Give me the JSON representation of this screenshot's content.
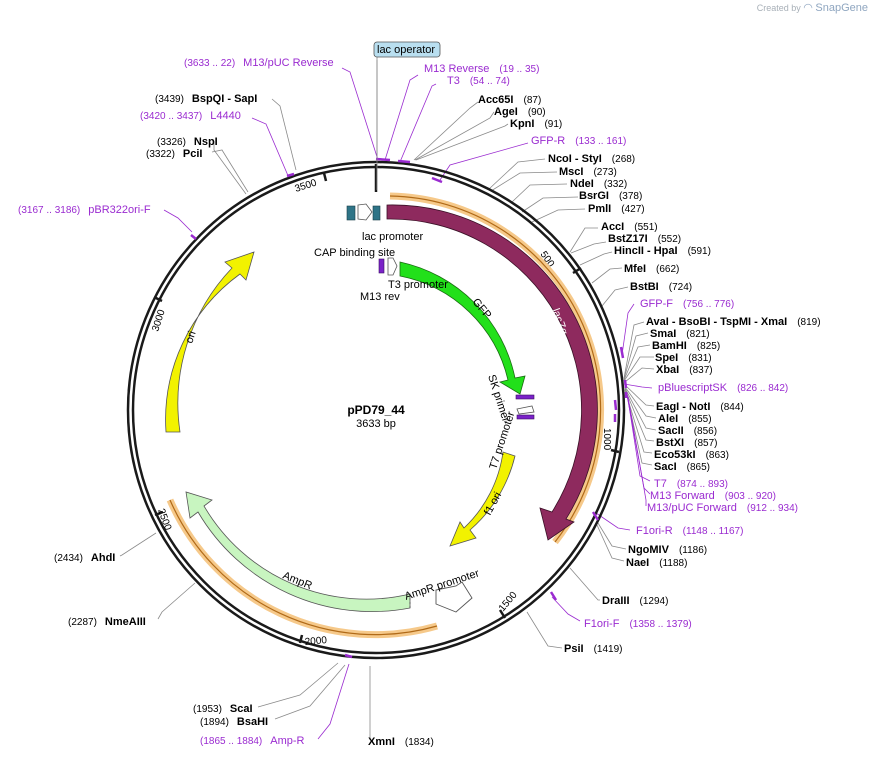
{
  "branding": {
    "created_by": "Created by",
    "brand": "SnapGene"
  },
  "plasmid": {
    "name": "pPD79_44",
    "length_label": "3633 bp",
    "length": 3633
  },
  "ticks": [
    "500",
    "1000",
    "1500",
    "2000",
    "2500",
    "3000",
    "3500"
  ],
  "features": {
    "lac_operator": "lac operator",
    "lac_promoter": "lac promoter",
    "cap_site": "CAP binding site",
    "t3_promoter": "T3 promoter",
    "m13_rev": "M13 rev",
    "gfp": "GFP",
    "lacz": "lacZα",
    "sk_primer": "SK primer",
    "t7_promoter": "T7 promoter",
    "f1_ori": "f1 ori",
    "ampr": "AmpR",
    "ampr_promoter": "AmpR promoter",
    "ori": "ori"
  },
  "enzymes": [
    {
      "name": "Acc65I",
      "pos": "(87)"
    },
    {
      "name": "AgeI",
      "pos": "(90)"
    },
    {
      "name": "KpnI",
      "pos": "(91)"
    },
    {
      "name": "NcoI  -  StyI",
      "pos": "(268)"
    },
    {
      "name": "MscI",
      "pos": "(273)"
    },
    {
      "name": "NdeI",
      "pos": "(332)"
    },
    {
      "name": "BsrGI",
      "pos": "(378)"
    },
    {
      "name": "PmlI",
      "pos": "(427)"
    },
    {
      "name": "AccI",
      "pos": "(551)"
    },
    {
      "name": "BstZ17I",
      "pos": "(552)"
    },
    {
      "name": "HincII  -  HpaI",
      "pos": "(591)"
    },
    {
      "name": "MfeI",
      "pos": "(662)"
    },
    {
      "name": "BstBI",
      "pos": "(724)"
    },
    {
      "name": "AvaI  -  BsoBI  -  TspMI  -  XmaI",
      "pos": "(819)"
    },
    {
      "name": "SmaI",
      "pos": "(821)"
    },
    {
      "name": "BamHI",
      "pos": "(825)"
    },
    {
      "name": "SpeI",
      "pos": "(831)"
    },
    {
      "name": "XbaI",
      "pos": "(837)"
    },
    {
      "name": "EagI  -  NotI",
      "pos": "(844)"
    },
    {
      "name": "AleI",
      "pos": "(855)"
    },
    {
      "name": "SacII",
      "pos": "(856)"
    },
    {
      "name": "BstXI",
      "pos": "(857)"
    },
    {
      "name": "Eco53kI",
      "pos": "(863)"
    },
    {
      "name": "SacI",
      "pos": "(865)"
    },
    {
      "name": "NgoMIV",
      "pos": "(1186)"
    },
    {
      "name": "NaeI",
      "pos": "(1188)"
    },
    {
      "name": "DraIII",
      "pos": "(1294)"
    },
    {
      "name": "PsiI",
      "pos": "(1419)"
    },
    {
      "name": "XmnI",
      "pos": "(1834)"
    },
    {
      "name": "BsaHI",
      "pos": "(1894)"
    },
    {
      "name": "ScaI",
      "pos": "(1953)"
    },
    {
      "name": "NmeAIII",
      "pos": "(2287)"
    },
    {
      "name": "AhdI",
      "pos": "(2434)"
    },
    {
      "name": "PciI",
      "pos": "(3322)"
    },
    {
      "name": "NspI",
      "pos": "(3326)"
    },
    {
      "name": "BspQI  -  SapI",
      "pos": "(3439)"
    }
  ],
  "primers": [
    {
      "name": "M13/pUC Reverse",
      "range": "(3633 .. 22)"
    },
    {
      "name": "M13 Reverse",
      "range": "(19 .. 35)"
    },
    {
      "name": "T3",
      "range": "(54 .. 74)"
    },
    {
      "name": "GFP-R",
      "range": "(133 .. 161)"
    },
    {
      "name": "GFP-F",
      "range": "(756 .. 776)"
    },
    {
      "name": "pBluescriptSK",
      "range": "(826 .. 842)"
    },
    {
      "name": "T7",
      "range": "(874 .. 893)"
    },
    {
      "name": "M13 Forward",
      "range": "(903 .. 920)"
    },
    {
      "name": "M13/pUC Forward",
      "range": "(912 .. 934)"
    },
    {
      "name": "F1ori-R",
      "range": "(1148 .. 1167)"
    },
    {
      "name": "F1ori-F",
      "range": "(1358 .. 1379)"
    },
    {
      "name": "Amp-R",
      "range": "(1865 .. 1884)"
    },
    {
      "name": "pBR322ori-F",
      "range": "(3167 .. 3186)"
    },
    {
      "name": "L4440",
      "range": "(3420 .. 3437)"
    }
  ],
  "colors": {
    "backbone": "#1a1a1a",
    "lacz": "#8e2a5e",
    "gfp": "#22e01a",
    "f1ori": "#f2f200",
    "ori": "#f2f200",
    "ampr": "#c8f5c0",
    "ampr_promoter": "#ffffff",
    "orf_highlight": "#f6c98a",
    "orf_line": "#b06a18",
    "primer": "#9a2bd0",
    "lac_operator": "#b9dff0",
    "cap_site": "#2e7487"
  }
}
